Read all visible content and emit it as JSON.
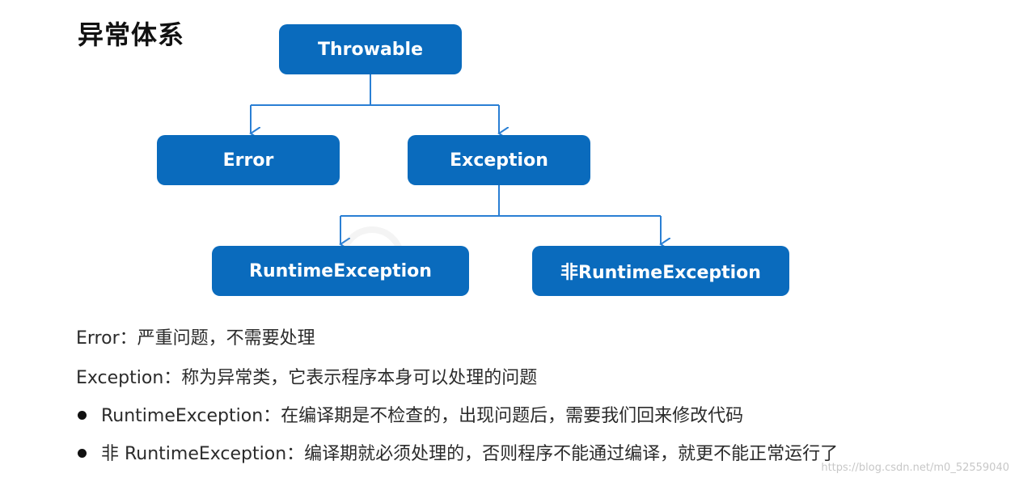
{
  "title": "异常体系",
  "nodes": {
    "throwable": "Throwable",
    "error": "Error",
    "exception": "Exception",
    "runtime": "RuntimeException",
    "nonruntime": "非RuntimeException"
  },
  "notes": {
    "line1": "Error：严重问题，不需要处理",
    "line2": "Exception：称为异常类，它表示程序本身可以处理的问题",
    "line3": "RuntimeException：在编译期是不检查的，出现问题后，需要我们回来修改代码",
    "line4": "非 RuntimeException：编译期就必须处理的，否则程序不能通过编译，就更不能正常运行了"
  },
  "watermark": "https://blog.csdn.net/m0_52559040",
  "colors": {
    "node_fill": "#0a6bbd",
    "edge": "#2a7fd4"
  }
}
